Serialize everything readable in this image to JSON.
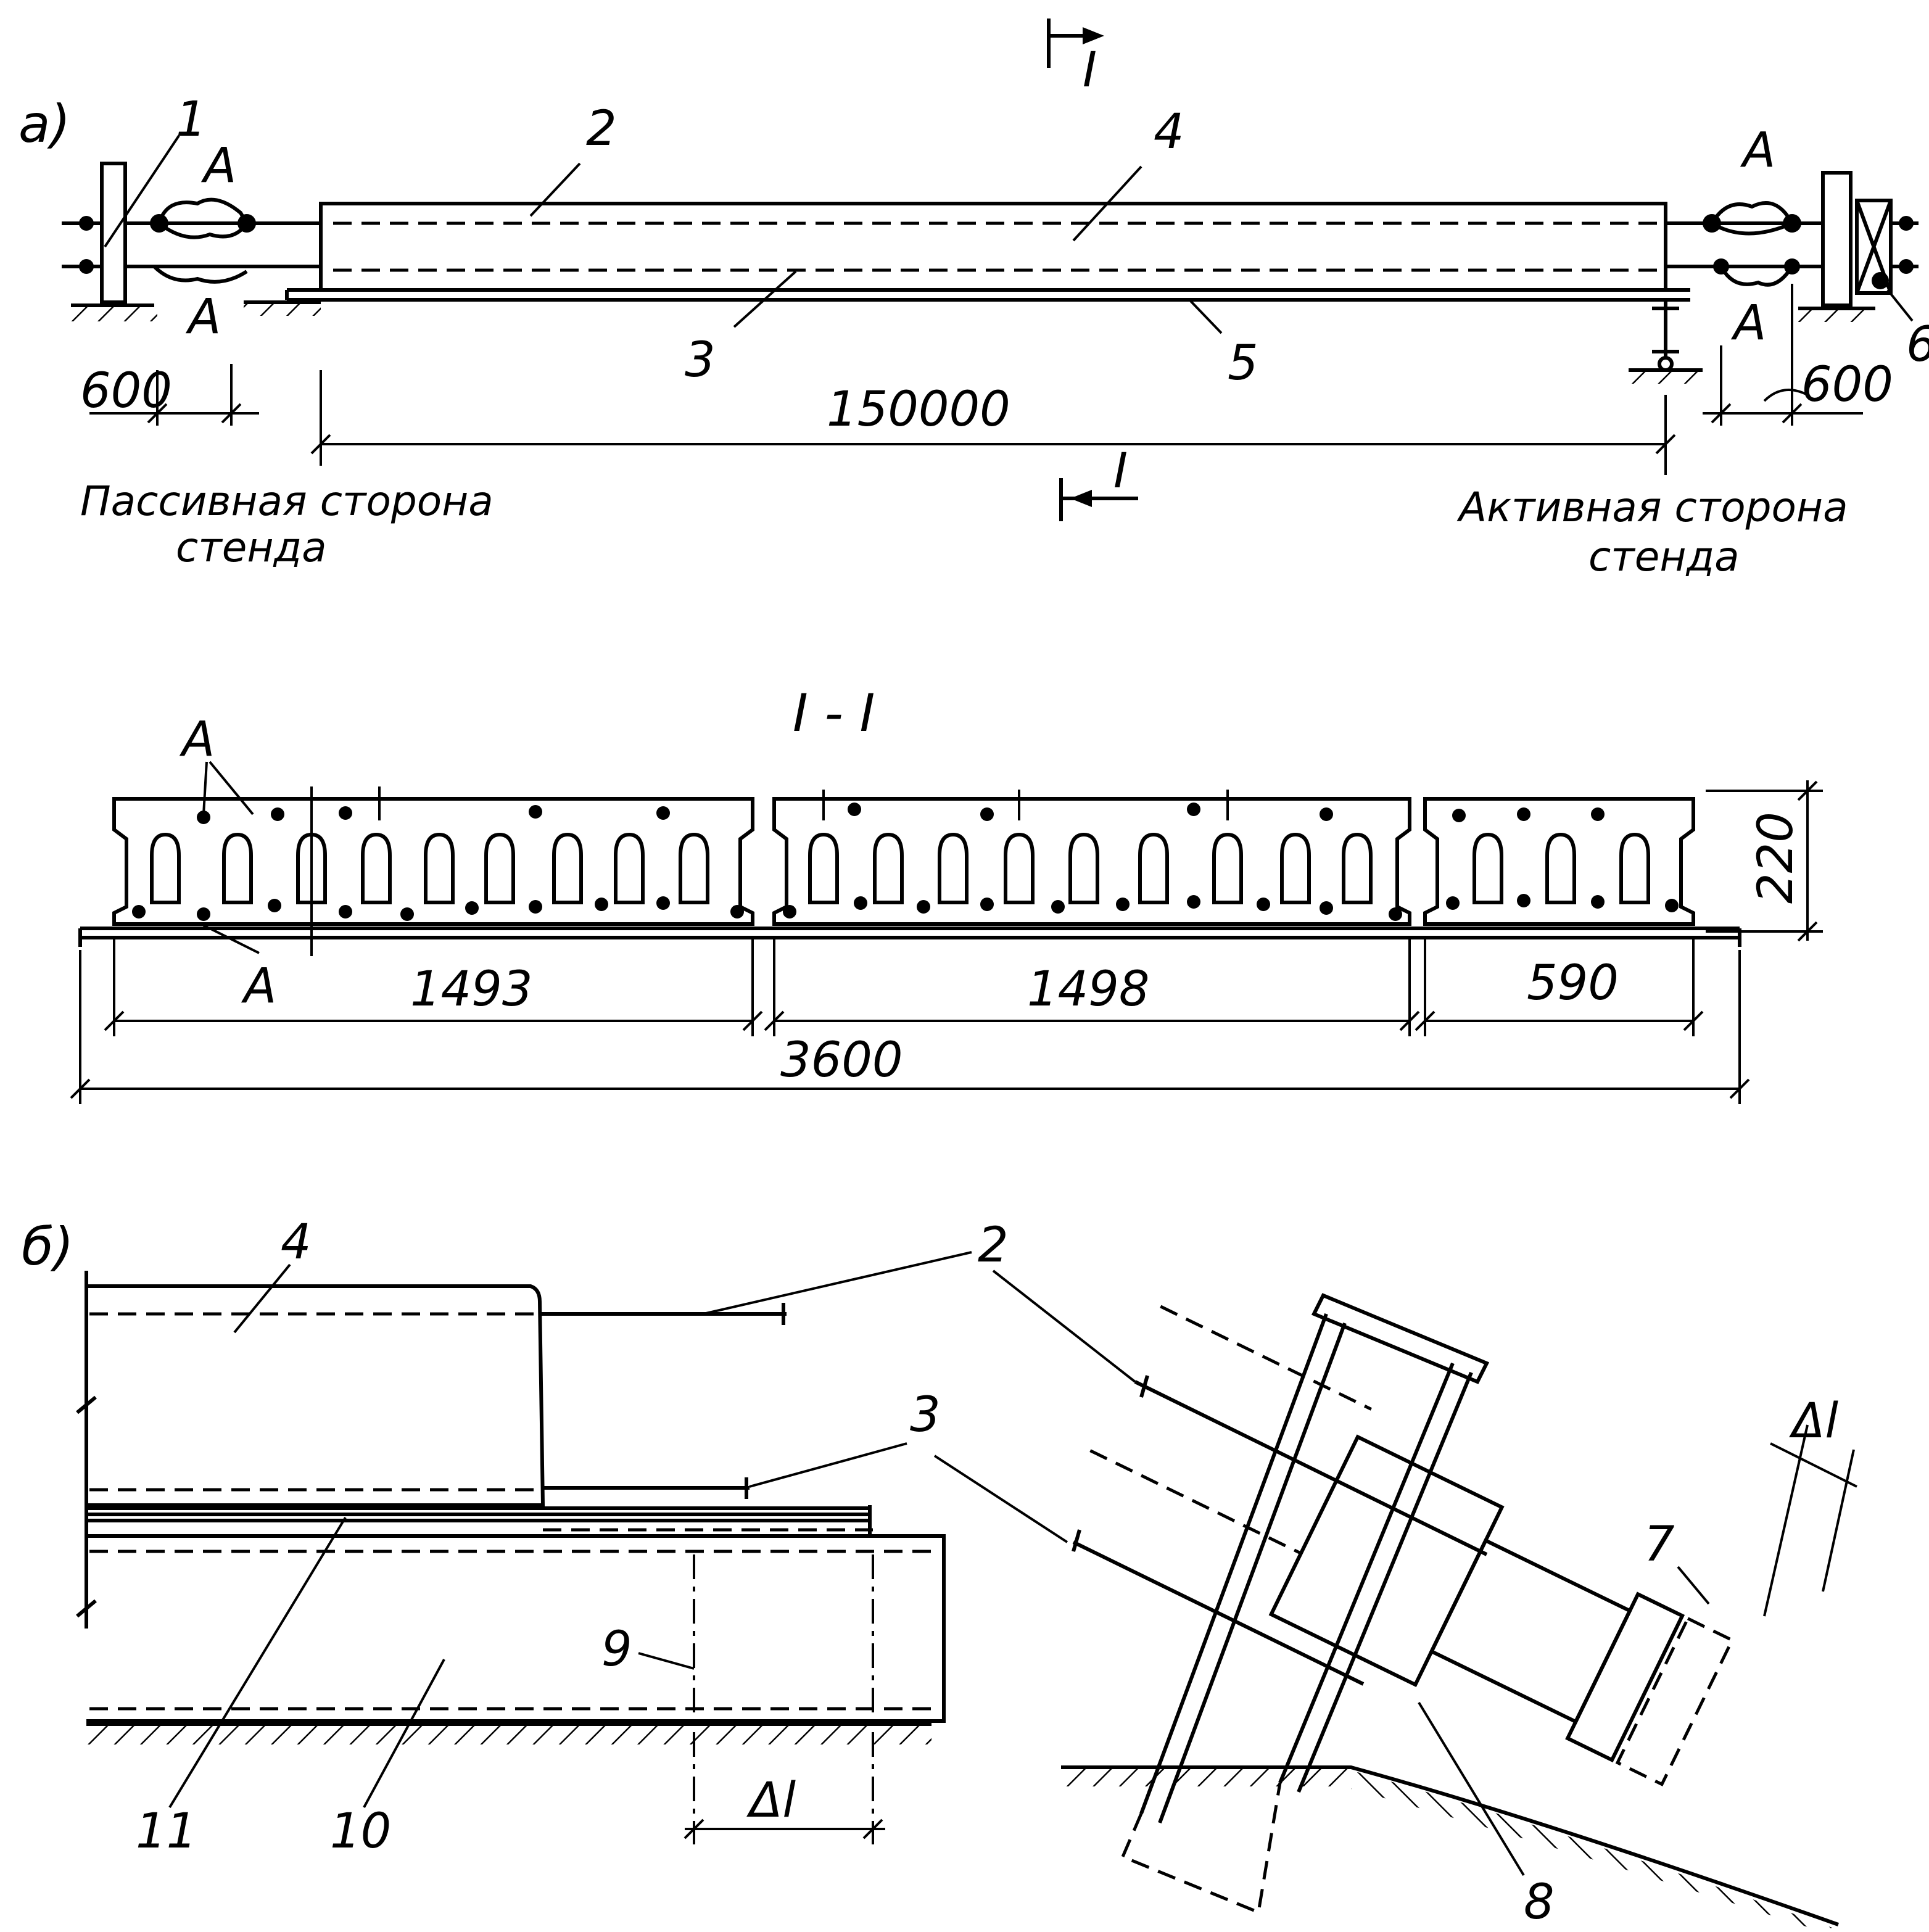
{
  "panel_a": {
    "label": "а)",
    "section_mark": "I",
    "callouts": [
      "1",
      "2",
      "3",
      "4",
      "5",
      "6"
    ],
    "anchor_mark": "А",
    "dim_total": "150000",
    "dim_end_left": "600",
    "dim_end_right": "600",
    "passive_line1": "Пассивная сторона",
    "passive_line2": "стенда",
    "active_line1": "Активная сторона",
    "active_line2": "стенда"
  },
  "section": {
    "title": "I - I",
    "anchor_mark": "А",
    "height_dim": "220",
    "widths": [
      "1493",
      "1498",
      "590"
    ],
    "total_width": "3600"
  },
  "panel_b": {
    "label": "б)",
    "callouts": [
      "2",
      "3",
      "4",
      "7",
      "8",
      "9",
      "10",
      "11"
    ],
    "delta": "Δl"
  }
}
